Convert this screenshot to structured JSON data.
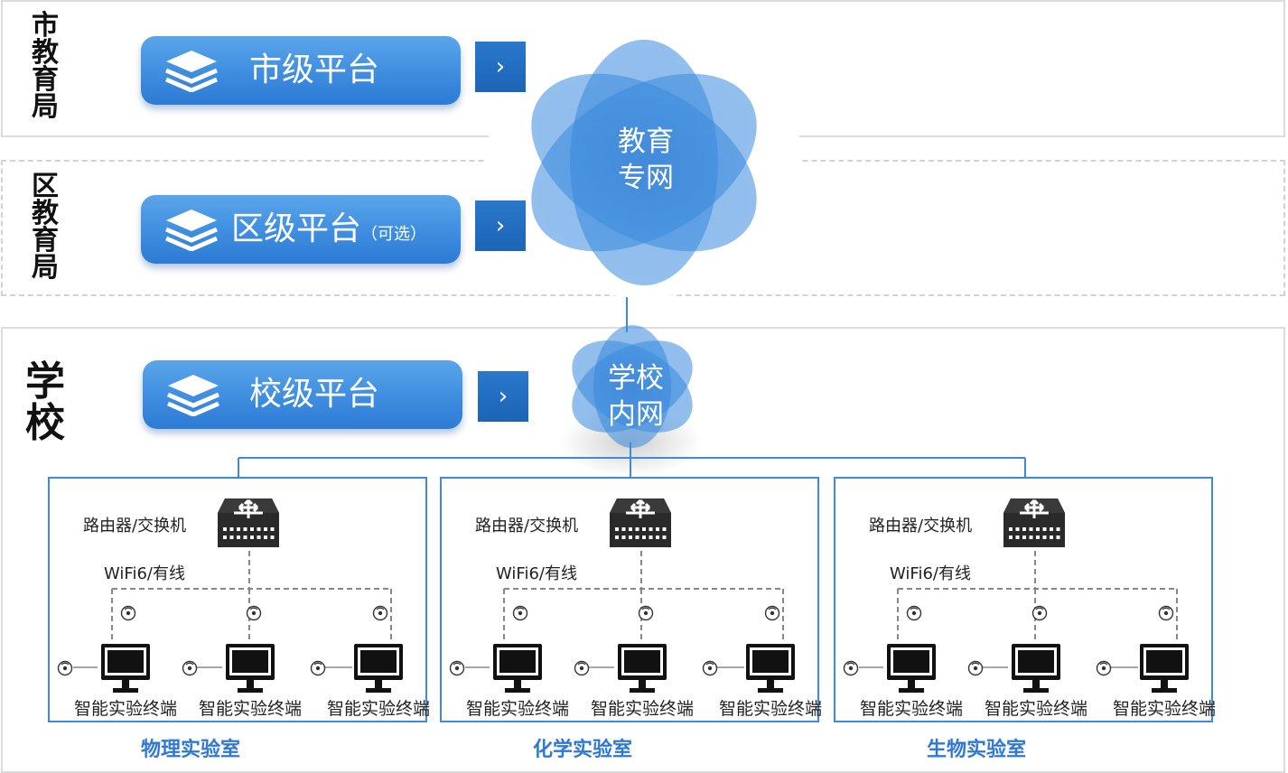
{
  "tiers": {
    "city": {
      "label": "市教育局",
      "label_chars": [
        "市",
        "教",
        "育",
        "局"
      ],
      "platform": "市级平台"
    },
    "district": {
      "label": "区教育局",
      "label_chars": [
        "区",
        "教",
        "育",
        "局"
      ],
      "platform": "区级平台",
      "platform_note": "（可选）"
    },
    "school": {
      "label": "学校",
      "label_chars": [
        "学",
        "校"
      ],
      "platform": "校级平台"
    }
  },
  "arrow_glyph": "›",
  "networks": {
    "edu": {
      "line1": "教育",
      "line2": "专网"
    },
    "campus": {
      "line1": "学校",
      "line2": "内网"
    }
  },
  "labs": [
    {
      "name": "物理实验室",
      "router": "路由器/交换机",
      "link": "WiFi6/有线",
      "terminals": [
        "智能实验终端",
        "智能实验终端",
        "智能实验终端"
      ]
    },
    {
      "name": "化学实验室",
      "router": "路由器/交换机",
      "link": "WiFi6/有线",
      "terminals": [
        "智能实验终端",
        "智能实验终端",
        "智能实验终端"
      ]
    },
    {
      "name": "生物实验室",
      "router": "路由器/交换机",
      "link": "WiFi6/有线",
      "terminals": [
        "智能实验终端",
        "智能实验终端",
        "智能实验终端"
      ]
    }
  ],
  "colors": {
    "accent": "#3e8de0",
    "dark_blue": "#1c64b6",
    "lab_title": "#2f78d4",
    "lab_border": "#3c8be0"
  }
}
